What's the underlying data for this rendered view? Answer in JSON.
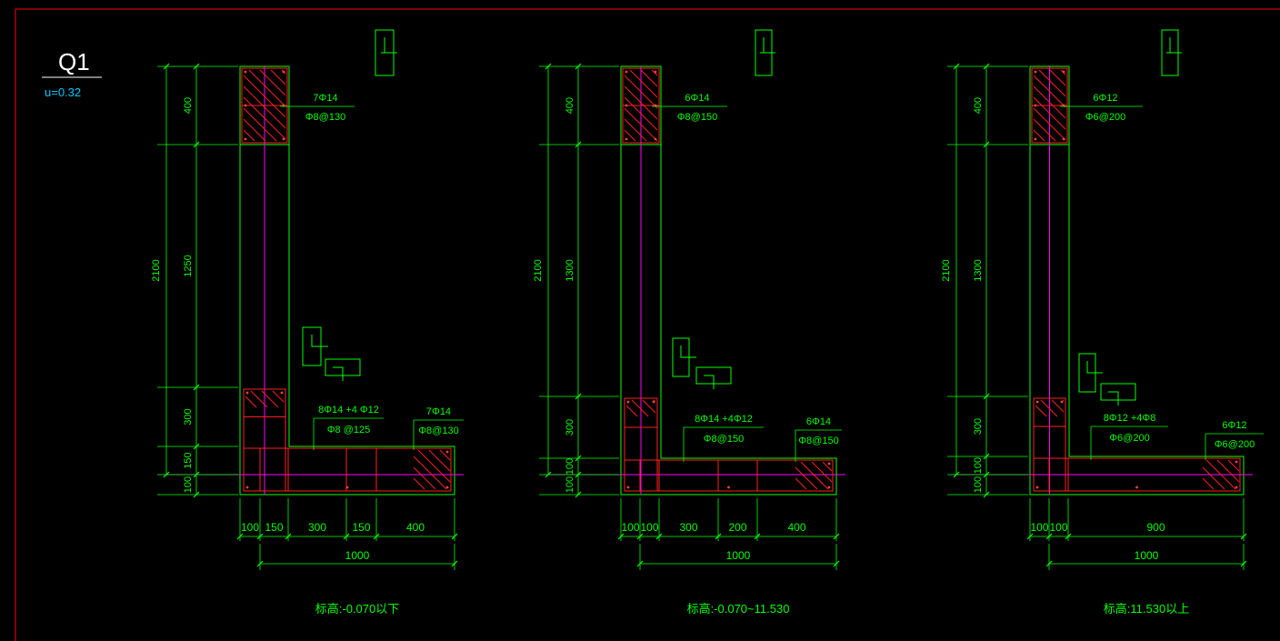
{
  "frame": {
    "border_color": "#ff0000",
    "background": "#000000"
  },
  "title": {
    "name": "Q1",
    "ratio": "u=0.32"
  },
  "colors": {
    "outline": "#00ff00",
    "rebar": "#ff2020",
    "axis": "#ff00ff",
    "text": "#00ff00",
    "white_text": "#ffffff"
  },
  "sections": [
    {
      "vdims": {
        "total": "2100",
        "top": "400",
        "mid": "1250",
        "flange": "300",
        "slab": "150",
        "bottom": "100"
      },
      "top_bars": {
        "main": "7Φ14",
        "stirrup": "Φ8@130"
      },
      "mid_bars": {
        "main": "8Φ14 +4 Φ12",
        "stirrup": "Φ8 @125"
      },
      "end_bars": {
        "main": "7Φ14",
        "stirrup": "Φ8@130"
      },
      "hdims": [
        "100",
        "150",
        "300",
        "150",
        "400"
      ],
      "hdim_total": "1000",
      "elevation": "标高:-0.070以下"
    },
    {
      "vdims": {
        "total": "2100",
        "top": "400",
        "mid": "1300",
        "flange": "300",
        "slab": "100",
        "bottom": "100"
      },
      "top_bars": {
        "main": "6Φ14",
        "stirrup": "Φ8@150"
      },
      "mid_bars": {
        "main": "8Φ14 +4Φ12",
        "stirrup": "Φ8@150"
      },
      "end_bars": {
        "main": "6Φ14",
        "stirrup": "Φ8@150"
      },
      "hdims": [
        "100",
        "100",
        "300",
        "200",
        "400"
      ],
      "hdim_total": "1000",
      "elevation": "标高:-0.070~11.530"
    },
    {
      "vdims": {
        "total": "2100",
        "top": "400",
        "mid": "1300",
        "flange": "300",
        "slab": "100",
        "bottom": "100"
      },
      "top_bars": {
        "main": "6Φ12",
        "stirrup": "Φ6@200"
      },
      "mid_bars": {
        "main": "8Φ12 +4Φ8",
        "stirrup": "Φ6@200"
      },
      "end_bars": {
        "main": "6Φ12",
        "stirrup": "Φ6@200"
      },
      "hdims": [
        "100",
        "100",
        "900"
      ],
      "hdim_total": "1000",
      "elevation": "标高:11.530以上"
    }
  ]
}
